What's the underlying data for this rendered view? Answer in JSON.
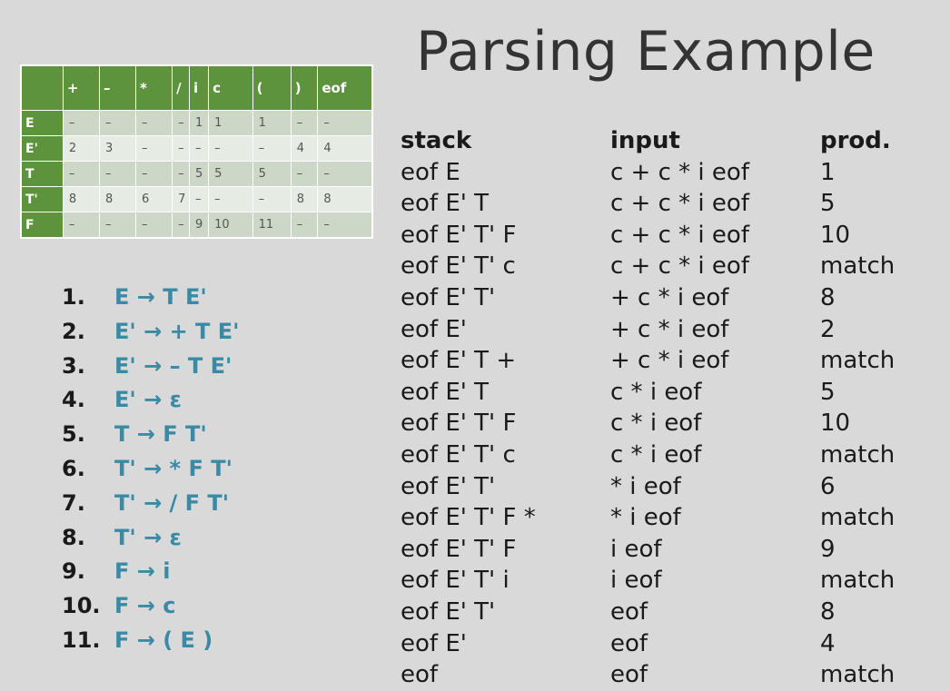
{
  "title": "Parsing Example",
  "colors": {
    "accent_green": "#5c933c",
    "production_blue": "#3a8aa6",
    "highlight_red": "#e8412e"
  },
  "ll_table": {
    "headers": [
      "",
      "+",
      "–",
      "*",
      "/",
      "i",
      "c",
      "(",
      ")",
      "eof"
    ],
    "rows": [
      {
        "nonterminal": "E",
        "cells": [
          "–",
          "–",
          "–",
          "–",
          "1",
          "1",
          "1",
          "–",
          "–"
        ]
      },
      {
        "nonterminal": "E'",
        "cells": [
          "2",
          "3",
          "–",
          "–",
          "–",
          "–",
          "–",
          "4",
          "4"
        ]
      },
      {
        "nonterminal": "T",
        "cells": [
          "–",
          "–",
          "–",
          "–",
          "5",
          "5",
          "5",
          "–",
          "–"
        ]
      },
      {
        "nonterminal": "T'",
        "cells": [
          "8",
          "8",
          "6",
          "7",
          "–",
          "–",
          "–",
          "8",
          "8"
        ]
      },
      {
        "nonterminal": "F",
        "cells": [
          "–",
          "–",
          "–",
          "–",
          "9",
          "10",
          "11",
          "–",
          "–"
        ]
      }
    ]
  },
  "productions": [
    {
      "num": "1.",
      "rule": "E → T E'"
    },
    {
      "num": "2.",
      "rule": "E' → + T E'"
    },
    {
      "num": "3.",
      "rule": "E' → – T E'"
    },
    {
      "num": "4.",
      "rule": "E' → ε"
    },
    {
      "num": "5.",
      "rule": "T → F T'"
    },
    {
      "num": "6.",
      "rule": "T' → * F T'"
    },
    {
      "num": "7.",
      "rule": "T' → / F T'"
    },
    {
      "num": "8.",
      "rule": "T' → ε"
    },
    {
      "num": "9.",
      "rule": "F → i"
    },
    {
      "num": "10.",
      "rule": "F → c"
    },
    {
      "num": "11.",
      "rule": "F → ( E )"
    }
  ],
  "trace": {
    "headers": {
      "stack": "stack",
      "input": "input",
      "prod": "prod."
    },
    "rows": [
      {
        "stack_base": "eof ",
        "stack_top": "E",
        "input_head": "c",
        "input_rest": " + c * i eof",
        "prod": "1"
      },
      {
        "stack_base": "eof E' ",
        "stack_top": "T",
        "input_head": "c",
        "input_rest": " + c * i eof",
        "prod": "5"
      },
      {
        "stack_base": "eof E' T' ",
        "stack_top": "F",
        "input_head": "c",
        "input_rest": " + c * i eof",
        "prod": "10"
      },
      {
        "stack_base": "eof E' T' ",
        "stack_top": "c",
        "input_head": "c",
        "input_rest": " + c * i eof",
        "prod": "match"
      },
      {
        "stack_base": "eof E' ",
        "stack_top": "T'",
        "input_head": "+",
        "input_rest": " c * i eof",
        "prod": "8"
      },
      {
        "stack_base": "eof ",
        "stack_top": "E'",
        "input_head": "+",
        "input_rest": " c * i eof",
        "prod": "2"
      },
      {
        "stack_base": "eof E' T ",
        "stack_top": "+",
        "input_head": "+",
        "input_rest": " c * i eof",
        "prod": "match"
      },
      {
        "stack_base": "eof E' ",
        "stack_top": "T",
        "input_head": "c",
        "input_rest": " * i eof",
        "prod": "5"
      },
      {
        "stack_base": "eof E' T' ",
        "stack_top": "F",
        "input_head": "c",
        "input_rest": " * i eof",
        "prod": "10"
      },
      {
        "stack_base": "eof E' T' ",
        "stack_top": "c",
        "input_head": "c",
        "input_rest": " * i eof",
        "prod": "match"
      },
      {
        "stack_base": "eof E' ",
        "stack_top": "T'",
        "input_head": "*",
        "input_rest": " i eof",
        "prod": "6"
      },
      {
        "stack_base": "eof E' T' F ",
        "stack_top": "*",
        "input_head": "*",
        "input_rest": " i eof",
        "prod": "match"
      },
      {
        "stack_base": "eof E' T' ",
        "stack_top": "F",
        "input_head": "i",
        "input_rest": " eof",
        "prod": "9"
      },
      {
        "stack_base": "eof E' T' ",
        "stack_top": "i",
        "input_head": "i",
        "input_rest": " eof",
        "prod": "match"
      },
      {
        "stack_base": "eof E' ",
        "stack_top": "T'",
        "input_head": "eof",
        "input_rest": "",
        "prod": "8"
      },
      {
        "stack_base": "eof ",
        "stack_top": "E'",
        "input_head": "eof",
        "input_rest": "",
        "prod": "4"
      },
      {
        "stack_base": "",
        "stack_top": "eof",
        "input_head": "eof",
        "input_rest": "",
        "prod": "match",
        "prod_red": true
      }
    ]
  }
}
